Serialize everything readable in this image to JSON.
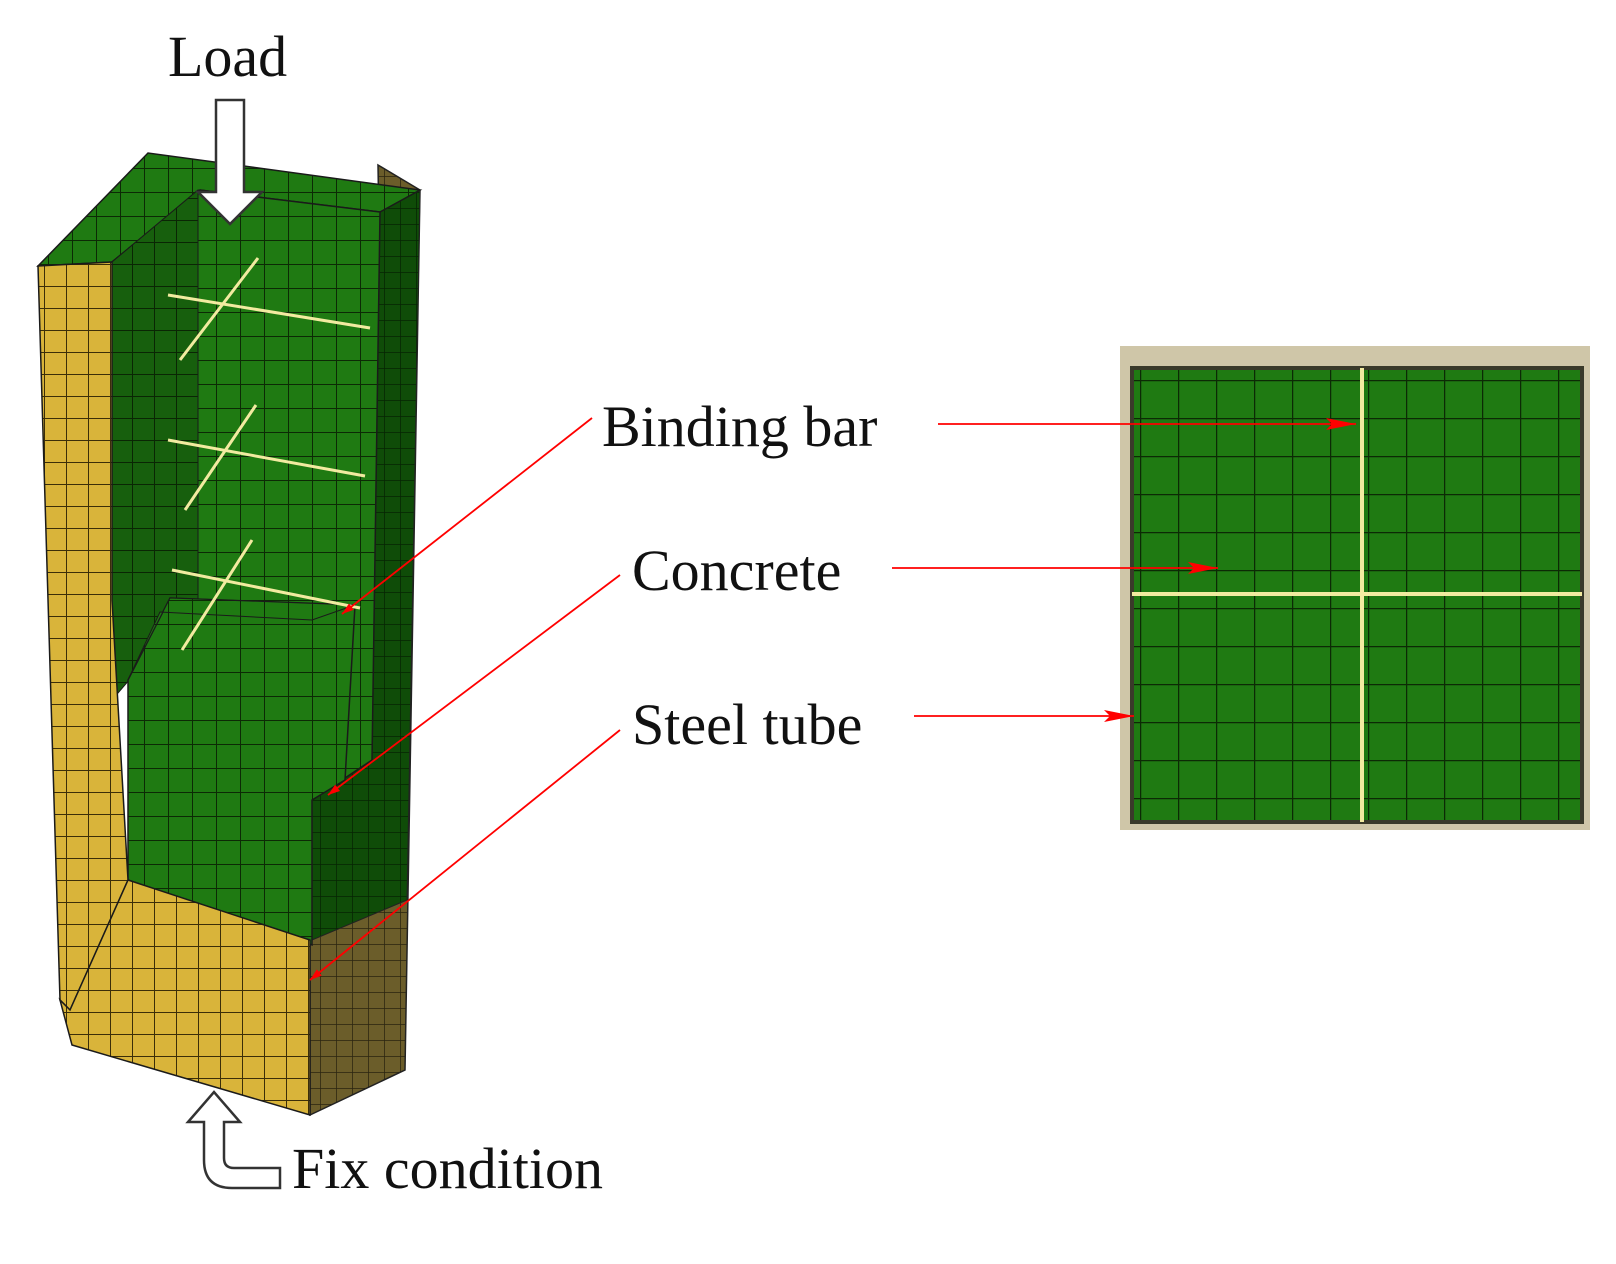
{
  "labels": {
    "load": "Load",
    "binding_bar": "Binding bar",
    "concrete": "Concrete",
    "steel_tube": "Steel tube",
    "fix_condition": "Fix condition"
  },
  "colors": {
    "concrete": "#1f7a12",
    "concrete_dark": "#175f0d",
    "concrete_side": "#0f4c08",
    "steel": "#d9b43a",
    "steel_side": "#6b5d2a",
    "bar": "#f2eba0",
    "mesh_line": "#0c2a05",
    "leader": "#ff0000"
  }
}
